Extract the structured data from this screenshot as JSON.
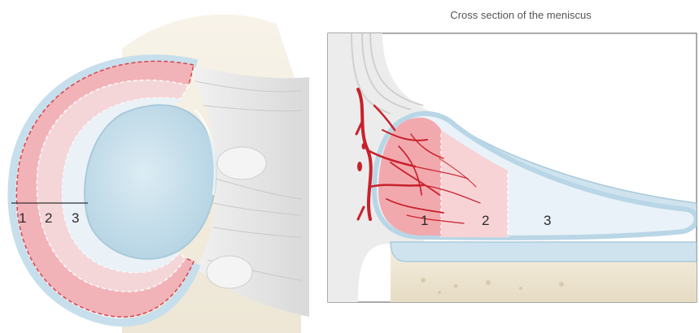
{
  "panel_title": "Cross section of the meniscus",
  "left_view": {
    "zone_labels": [
      "1",
      "2",
      "3"
    ]
  },
  "right_view": {
    "zone_labels": [
      "1",
      "2",
      "3"
    ]
  },
  "colors": {
    "red_zone": "#f2b3b8",
    "red_white_zone": "#f6d3d6",
    "white_zone": "#e8f1f7",
    "cartilage": "#cfe3ee",
    "vessel": "#c8212b",
    "bone": "#efe6d4",
    "frame": "#555555"
  }
}
